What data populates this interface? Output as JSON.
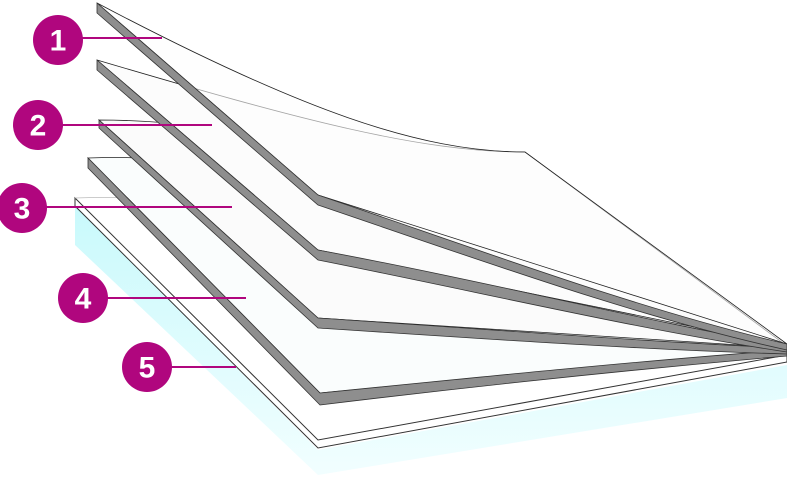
{
  "colors": {
    "callout": "#b0067e",
    "edge": "#8a8a8a",
    "glow": "#c8fbfd"
  },
  "callouts": [
    {
      "label": "1"
    },
    {
      "label": "2"
    },
    {
      "label": "3"
    },
    {
      "label": "4"
    },
    {
      "label": "5"
    }
  ]
}
